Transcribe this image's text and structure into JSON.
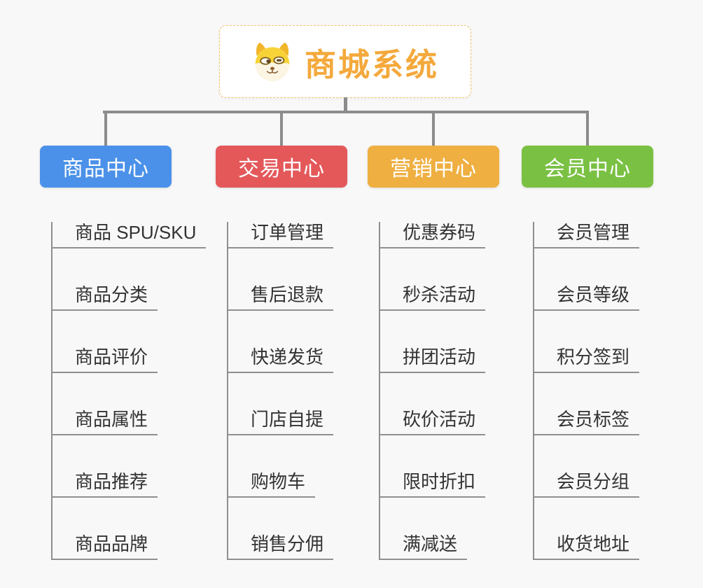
{
  "page": {
    "background": "#F8F8F8",
    "connector_color": "#8C8C8C",
    "underline_color": "#8F8F8F",
    "child_text_color": "#333333"
  },
  "root": {
    "title": "商城系统",
    "icon": "doge-icon",
    "title_color": "#F4A93C",
    "border_color": "#F3C06A",
    "background": "#FFFFFF"
  },
  "branches": [
    {
      "label": "商品中心",
      "color": "#4B91E9",
      "children": [
        "商品 SPU/SKU",
        "商品分类",
        "商品评价",
        "商品属性",
        "商品推荐",
        "商品品牌"
      ]
    },
    {
      "label": "交易中心",
      "color": "#E4585A",
      "children": [
        "订单管理",
        "售后退款",
        "快递发货",
        "门店自提",
        "购物车",
        "销售分佣"
      ]
    },
    {
      "label": "营销中心",
      "color": "#EFAF41",
      "children": [
        "优惠券码",
        "秒杀活动",
        "拼团活动",
        "砍价活动",
        "限时折扣",
        "满减送"
      ]
    },
    {
      "label": "会员中心",
      "color": "#7AC143",
      "children": [
        "会员管理",
        "会员等级",
        "积分签到",
        "会员标签",
        "会员分组",
        "收货地址"
      ]
    }
  ]
}
